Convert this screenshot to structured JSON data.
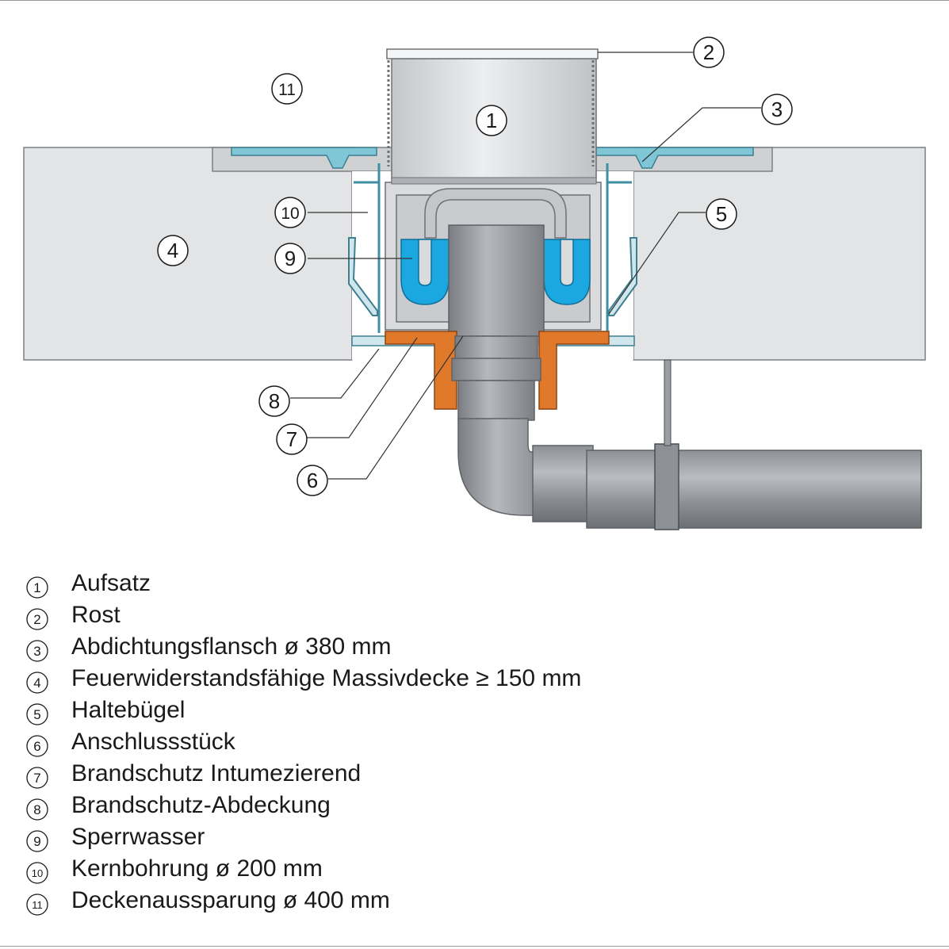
{
  "callouts": [
    {
      "id": "1",
      "label": "1"
    },
    {
      "id": "2",
      "label": "2"
    },
    {
      "id": "3",
      "label": "3"
    },
    {
      "id": "4",
      "label": "4"
    },
    {
      "id": "5",
      "label": "5"
    },
    {
      "id": "6",
      "label": "6"
    },
    {
      "id": "7",
      "label": "7"
    },
    {
      "id": "8",
      "label": "8"
    },
    {
      "id": "9",
      "label": "9"
    },
    {
      "id": "10",
      "label": "10"
    },
    {
      "id": "11",
      "label": "11"
    }
  ],
  "legend": [
    {
      "num": "1",
      "text": "Aufsatz"
    },
    {
      "num": "2",
      "text": "Rost"
    },
    {
      "num": "3",
      "text": "Abdichtungsflansch ø 380 mm"
    },
    {
      "num": "4",
      "text": "Feuerwiderstandsfähige Massivdecke ≥ 150 mm"
    },
    {
      "num": "5",
      "text": "Haltebügel"
    },
    {
      "num": "6",
      "text": "Anschlussstück"
    },
    {
      "num": "7",
      "text": "Brandschutz Intumezierend"
    },
    {
      "num": "8",
      "text": "Brandschutz-Abdeckung"
    },
    {
      "num": "9",
      "text": "Sperrwasser"
    },
    {
      "num": "10",
      "text": "Kernbohrung ø 200 mm"
    },
    {
      "num": "11",
      "text": "Deckenaussparung ø 400 mm"
    }
  ],
  "colors": {
    "slab": "#e2e4e5",
    "pipe": "#9a9da1",
    "water": "#1ba7e0",
    "fire_protection": "#e07a2a",
    "flange": "#4fb0c6"
  }
}
